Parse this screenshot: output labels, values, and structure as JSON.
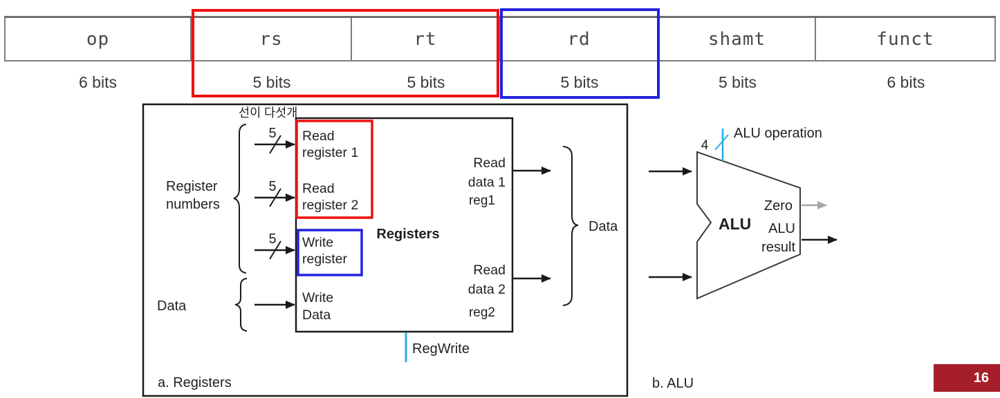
{
  "instruction_format": {
    "fields": [
      {
        "name": "op",
        "bits": "6 bits"
      },
      {
        "name": "rs",
        "bits": "5 bits"
      },
      {
        "name": "rt",
        "bits": "5 bits"
      },
      {
        "name": "rd",
        "bits": "5 bits"
      },
      {
        "name": "shamt",
        "bits": "5 bits"
      },
      {
        "name": "funct",
        "bits": "6 bits"
      }
    ]
  },
  "annotations": {
    "korean_note": "선이 다섯개"
  },
  "registers": {
    "caption": "a. Registers",
    "box_title": "Registers",
    "input_group_label_line1": "Register",
    "input_group_label_line2": "numbers",
    "bus_width_label": "5",
    "write_group_label": "Data",
    "port_read_reg1_line1": "Read",
    "port_read_reg1_line2": "register 1",
    "port_read_reg2_line1": "Read",
    "port_read_reg2_line2": "register 2",
    "port_write_reg_line1": "Write",
    "port_write_reg_line2": "register",
    "port_write_data_line1": "Write",
    "port_write_data_line2": "Data",
    "port_read_data1_line1": "Read",
    "port_read_data1_line2": "data 1",
    "port_read_data1_note": "reg1",
    "port_read_data2_line1": "Read",
    "port_read_data2_line2": "data 2",
    "port_read_data2_note": "reg2",
    "control_signal": "RegWrite",
    "output_group_label": "Data"
  },
  "alu": {
    "caption": "b. ALU",
    "unit_label": "ALU",
    "control_bus_width": "4",
    "control_signal": "ALU operation",
    "zero_output": "Zero",
    "result_line1": "ALU",
    "result_line2": "result"
  },
  "page_number": "16",
  "colors": {
    "highlight_red": "#ee1111",
    "highlight_blue": "#2222dd",
    "control_cyan": "#29abe2",
    "zero_gray": "#a6a6a6",
    "badge_red": "#a61e29",
    "table_border_gray": "#7c7c7c"
  }
}
